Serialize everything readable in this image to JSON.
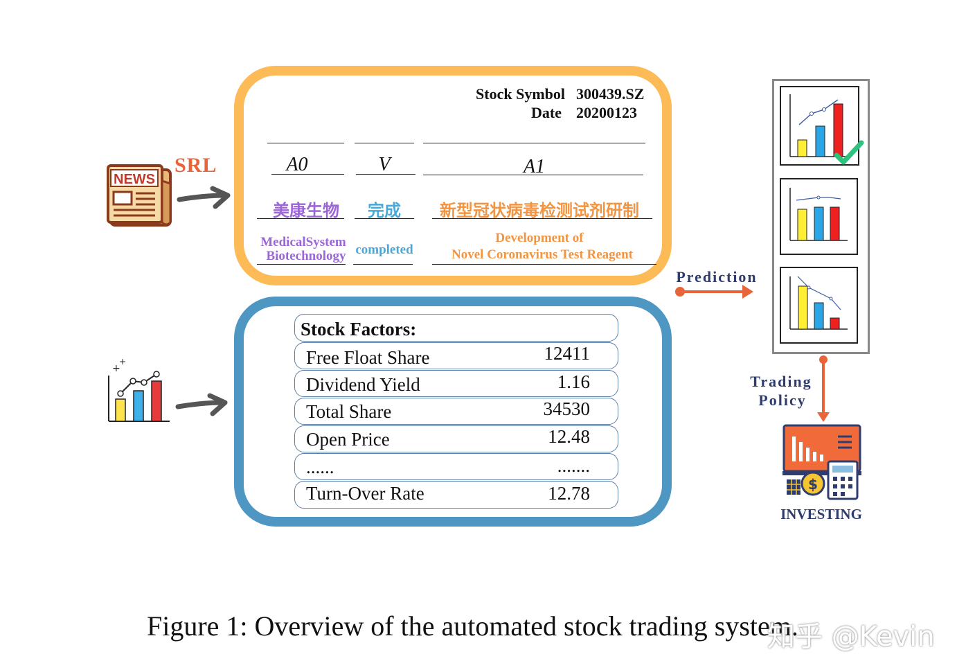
{
  "srl": {
    "label": "SRL",
    "stock_symbol_key": "Stock Symbol",
    "stock_symbol_value": "300439.SZ",
    "date_key": "Date",
    "date_value": "20200123",
    "roles": [
      "A0",
      "V",
      "A1"
    ],
    "chinese": [
      "美康生物",
      "完成",
      "新型冠状病毒检测试剂研制"
    ],
    "english_a0_line1": "MedicalSystem",
    "english_a0_line2": "Biotechnology",
    "english_v": "completed",
    "english_a1_line1": "Development of",
    "english_a1_line2": "Novel Coronavirus Test Reagent",
    "colors": {
      "a0": "#9b66d6",
      "v": "#4aa8d8",
      "a1": "#f29543",
      "border": "#fcbb57"
    }
  },
  "factors": {
    "title": "Stock Factors:",
    "rows": [
      {
        "name": "Free Float Share",
        "value": "12411"
      },
      {
        "name": "Dividend Yield",
        "value": "1.16"
      },
      {
        "name": "Total Share",
        "value": "34530"
      },
      {
        "name": "Open Price",
        "value": "12.48"
      },
      {
        "name": "......",
        "value": "......."
      },
      {
        "name": "Turn-Over Rate",
        "value": "12.78"
      }
    ],
    "border_color": "#4f97c3"
  },
  "labels": {
    "prediction": "Prediction",
    "trading_line1": "Trading",
    "trading_line2": "Policy",
    "investing": "INVESTING",
    "news_icon_text": "NEWS"
  },
  "caption": "Figure 1: Overview of the automated stock trading system.",
  "watermark": "知乎 @Kevin",
  "icons": [
    "newspaper-icon",
    "growth-chart-icon",
    "arrow-icon",
    "bar-chart-icon",
    "checkmark-icon",
    "investing-icon"
  ],
  "accent_colors": {
    "arrow_red": "#e8643a",
    "navy": "#2f3d6e"
  }
}
